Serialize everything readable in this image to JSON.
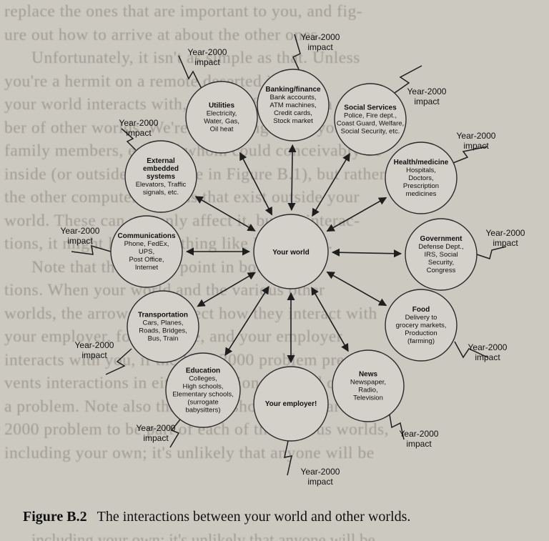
{
  "background_text": [
    "replace the ones that are important to you, and fig-",
    "ure out how to arrive at about the other ones.",
    "Unfortunately, it isn't as simple as that. Unless",
    "you're a hermit on a remote deserted island,",
    "your world interacts with, and is affected by, a num-",
    "ber of other worlds. We're not talking about your",
    "family members, each of whom could conceivably be",
    "inside (or outside) the circle in Figure B.1), but rather",
    "the other computer systems that exist outside your",
    "world. These can not only affect it, but all interac-",
    "tions, it might look something like Figure B.2.",
    "Note that the arrows point in both direc-",
    "tions. When your world and the various other",
    "worlds, the arrows can reflect how they interact with",
    "your employer, for example, and your employer",
    "interacts with you, if the Year-2000 problem pre-",
    "vents interactions in either direction, it could cause",
    "a problem. Note also that we've shown the Year-",
    "2000 problem to be part of each of the various worlds,",
    "including your own; it's unlikely that anyone will be"
  ],
  "diagram": {
    "center": {
      "title": "Your world"
    },
    "nodes": [
      {
        "id": "banking",
        "title": "Banking/finance",
        "details": [
          "Bank accounts,",
          "ATM machines,",
          "Credit cards,",
          "Stock market"
        ]
      },
      {
        "id": "social",
        "title": "Social Services",
        "details": [
          "Police, Fire dept.,",
          "Coast Guard, Welfare,",
          "Social Security, etc."
        ]
      },
      {
        "id": "health",
        "title": "Health/medicine",
        "details": [
          "Hospitals,",
          "Doctors,",
          "Prescription",
          "medicines"
        ]
      },
      {
        "id": "government",
        "title": "Government",
        "details": [
          "Defense Dept.,",
          "IRS, Social",
          "Security,",
          "Congress"
        ]
      },
      {
        "id": "food",
        "title": "Food",
        "details": [
          "Delivery to",
          "grocery markets,",
          "Production",
          "(farming)"
        ]
      },
      {
        "id": "news",
        "title": "News",
        "details": [
          "Newspaper,",
          "Radio,",
          "Television"
        ]
      },
      {
        "id": "employer",
        "title": "Your employer!",
        "details": []
      },
      {
        "id": "education",
        "title": "Education",
        "details": [
          "Colleges,",
          "High schools,",
          "Elementary schools,",
          "(surrogate",
          "babysitters)"
        ]
      },
      {
        "id": "transportation",
        "title": "Transportation",
        "details": [
          "Cars, Planes,",
          "Roads, Bridges,",
          "Bus, Train"
        ]
      },
      {
        "id": "communications",
        "title": "Communications",
        "details": [
          "Phone, FedEx,",
          "UPS,",
          "Post Office,",
          "Internet"
        ]
      },
      {
        "id": "external",
        "title": "External embedded systems",
        "details": [
          "Elevators, Traffic",
          "signals, etc."
        ]
      },
      {
        "id": "utilities",
        "title": "Utilities",
        "details": [
          "Electricity,",
          "Water, Gas,",
          "Oil heat"
        ]
      }
    ],
    "impact_label": [
      "Year-2000",
      "impact"
    ]
  },
  "caption": {
    "label": "Figure B.2",
    "text": "The interactions between your world and other worlds."
  },
  "bottom_text": "including your own; it's unlikely that anyone will be"
}
